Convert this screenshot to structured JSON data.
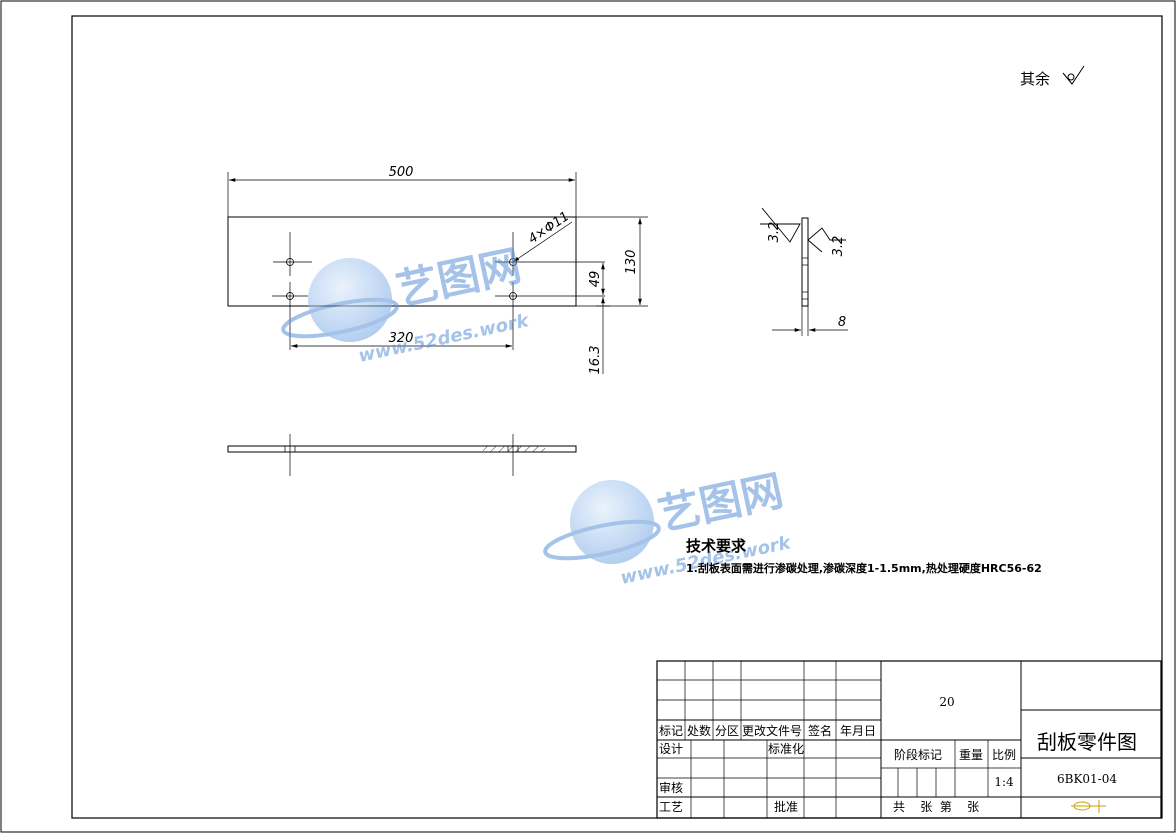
{
  "surface_note": {
    "label": "其余"
  },
  "top_view": {
    "dim_length": "500",
    "dim_height": "130",
    "dim_hole_spacing_x": "320",
    "dim_hole_spacing_y": "49",
    "dim_edge_offset": "16.3",
    "hole_callout": "4×Φ11"
  },
  "side_view": {
    "roughness_left": "3.2",
    "roughness_right": "3.2",
    "dim_thickness": "8"
  },
  "watermark": {
    "brand": "艺图网",
    "url": "www.52des.work"
  },
  "tech_requirements": {
    "heading": "技术要求",
    "items": [
      "1.刮板表面需进行渗碳处理,渗碳深度1-1.5mm,热处理硬度HRC56-62"
    ]
  },
  "title_block": {
    "quantity": "20",
    "headers": [
      "标记",
      "处数",
      "分区",
      "更改文件号",
      "签名",
      "年月日"
    ],
    "design_label": "设计",
    "standardize_label": "标准化",
    "review_label": "审核",
    "process_label": "工艺",
    "approve_label": "批准",
    "stage_mark_label": "阶段标记",
    "weight_label": "重量",
    "scale_label": "比例",
    "scale_value": "1:4",
    "sheets_label": "共    张  第    张",
    "drawing_title": "刮板零件图",
    "drawing_number": "6BK01-04"
  }
}
